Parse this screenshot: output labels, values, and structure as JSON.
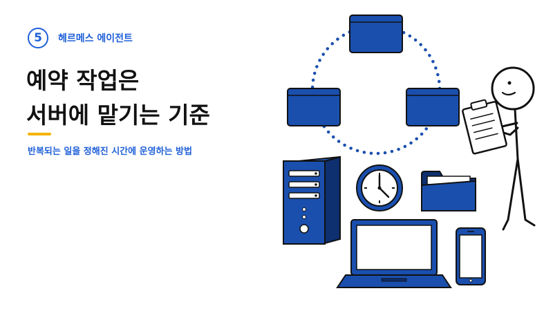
{
  "episode": {
    "number": "5",
    "label": "헤르메스 에이전트"
  },
  "title": {
    "line1": "예약 작업은",
    "line2_accent": "서버",
    "line2_rest": "에 맡기는 기준"
  },
  "subtitle": "반복되는 일을 정해진 시간에 운영하는 방법",
  "colors": {
    "accent_blue": "#1e5fd8",
    "illustration_blue": "#1a4fae",
    "highlight_yellow": "#f5b400",
    "ink": "#111111"
  },
  "illustration": {
    "icons": [
      "window-icon",
      "window-icon",
      "window-icon",
      "server-tower-icon",
      "clock-icon",
      "folder-icon",
      "laptop-icon",
      "smartphone-icon",
      "stick-figure-with-clipboard"
    ],
    "clock_time": "4:00"
  }
}
